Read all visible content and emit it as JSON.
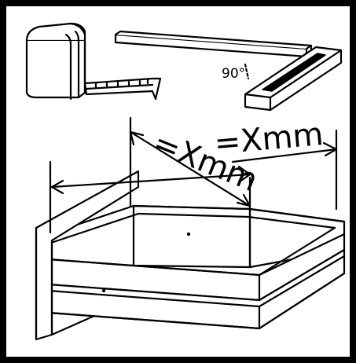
{
  "illustration": {
    "angle_label": "90°",
    "measure_labels": [
      {
        "text": "=Xmm"
      },
      {
        "text": "=Xmm"
      }
    ]
  },
  "colors": {
    "ink": "#000000",
    "background": "#ffffff"
  },
  "icons": [
    "tape-measure-icon",
    "carpenter-square-icon",
    "drawer-icon"
  ]
}
